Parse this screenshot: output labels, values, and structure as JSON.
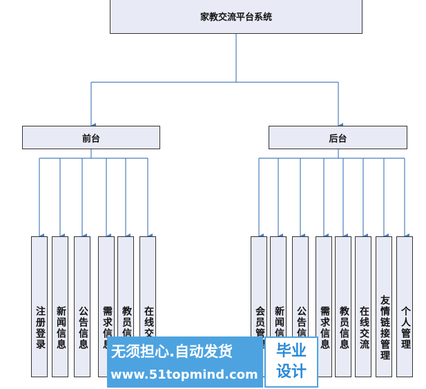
{
  "root": {
    "label": "家教交流平台系统"
  },
  "branches": [
    {
      "label": "前台",
      "children": [
        "注册登录",
        "新闻信息",
        "公告信息",
        "需求信息",
        "教员信息",
        "在线交流"
      ]
    },
    {
      "label": "后台",
      "children": [
        "会员管理",
        "新闻信息",
        "公告信息",
        "需求信息",
        "教员信息",
        "在线交流",
        "友情链接管理",
        "个人管理"
      ]
    }
  ],
  "watermark": {
    "slogan": "无须担心.自动发货",
    "url": "www.51topmind.com",
    "badge_line1": "毕业",
    "badge_line2": "设计"
  },
  "colors": {
    "node_fill": "#e8ebf6",
    "connector": "#4a7ebb",
    "watermark": "#4da3e0"
  }
}
